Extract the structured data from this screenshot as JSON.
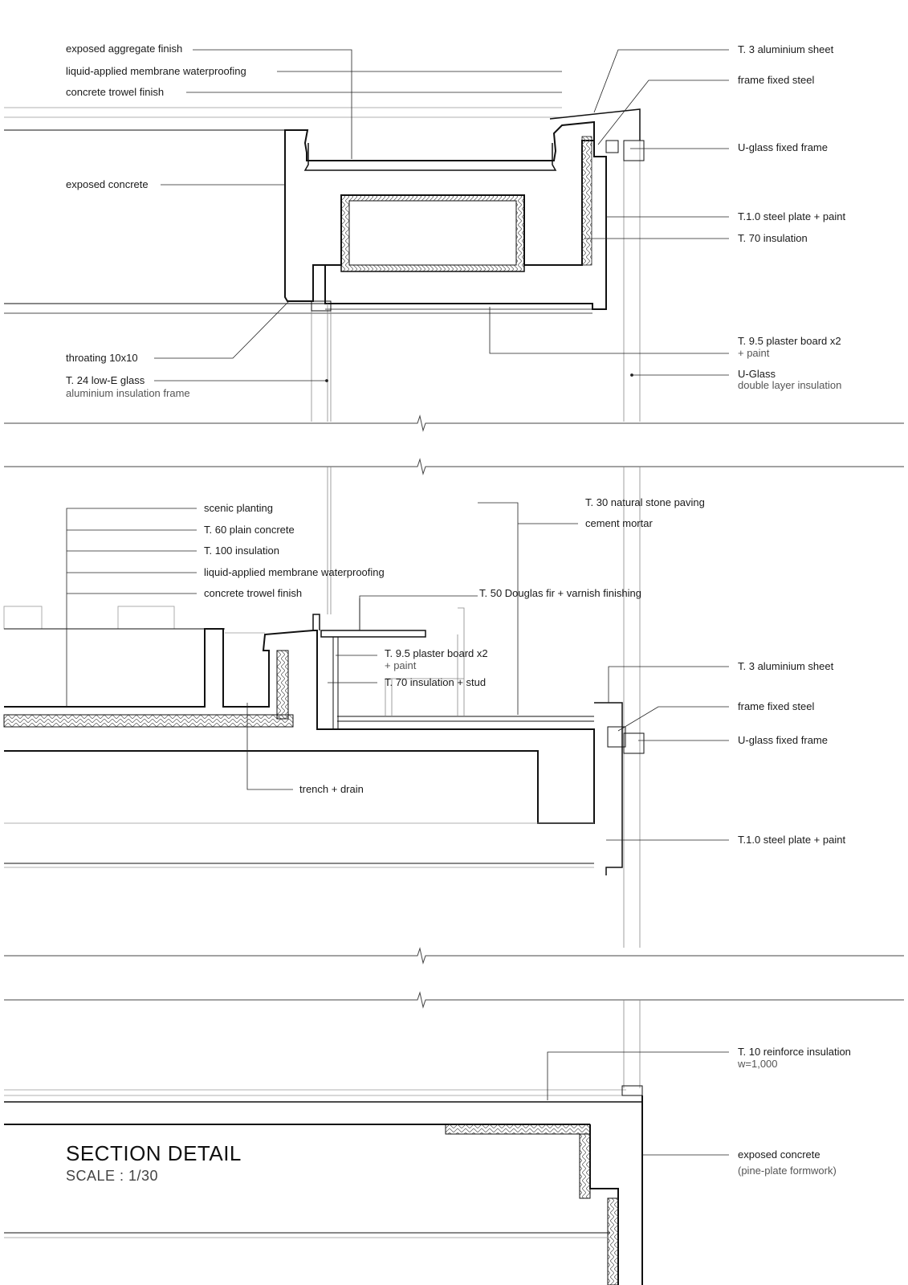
{
  "title": "SECTION DETAIL",
  "scale": "SCALE : 1/30",
  "labels": {
    "exposed_aggregate_finish": "exposed aggregate finish",
    "membrane_top": "liquid-applied  membrane waterproofing",
    "trowel_top": "concrete trowel finish",
    "exposed_concrete_top": "exposed concrete",
    "throating": "throating 10x10",
    "lowe_glass": "T. 24 low-E glass",
    "lowe_glass_sub": "aluminium insulation frame",
    "alu_sheet_top": "T. 3 aluminium sheet",
    "frame_steel_top": "frame fixed steel",
    "uglass_frame_top": "U-glass fixed frame",
    "steel_plate_top": "T.1.0 steel plate + paint",
    "insulation_70_top": "T. 70 insulation",
    "plaster_top": "T. 9.5 plaster board x2",
    "plaster_top_sub": "+ paint",
    "uglass": "U-Glass",
    "uglass_sub": "double layer insulation",
    "scenic_planting": "scenic planting",
    "plain_concrete": "T. 60 plain concrete",
    "insulation_100": "T. 100 insulation",
    "membrane_mid": "liquid-applied  membrane waterproofing",
    "trowel_mid": "concrete trowel finish",
    "stone_paving": "T. 30 natural stone paving",
    "cement_mortar": "cement mortar",
    "douglas_fir": "T. 50 Douglas fir + varnish finishing",
    "plaster_mid": "T. 9.5 plaster board x2",
    "plaster_mid_sub": "+ paint",
    "insulation_stud": "T. 70 insulation + stud",
    "alu_sheet_mid": "T. 3 aluminium sheet",
    "frame_steel_mid": "frame fixed steel",
    "uglass_frame_mid": "U-glass fixed frame",
    "trench_drain": "trench + drain",
    "steel_plate_mid": "T.1.0 steel plate + paint",
    "reinforce_insulation": "T. 10 reinforce insulation",
    "reinforce_insulation_sub": "w=1,000",
    "exposed_concrete_bottom": "exposed concrete",
    "exposed_concrete_bottom_sub": "(pine-plate formwork)"
  }
}
